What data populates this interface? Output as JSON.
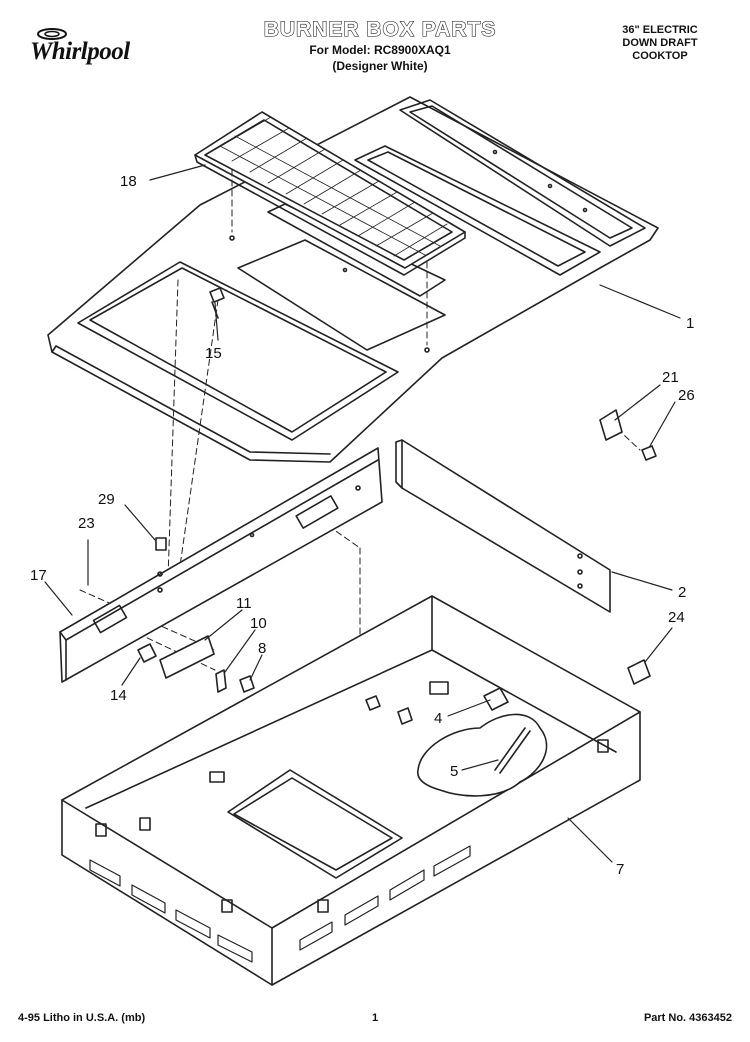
{
  "brand": {
    "name": "Whirlpool"
  },
  "title": {
    "main": "BURNER BOX PARTS",
    "model": "For Model: RC8900XAQ1",
    "variant": "(Designer White)"
  },
  "product": {
    "line1": "36\" ELECTRIC",
    "line2": "DOWN DRAFT",
    "line3": "COOKTOP"
  },
  "footer": {
    "litho": "4-95 Litho in U.S.A. (mb)",
    "page": "1",
    "part_no": "Part No. 4363452"
  },
  "callouts": {
    "c18": "18",
    "c1": "1",
    "c15": "15",
    "c21": "21",
    "c26": "26",
    "c29": "29",
    "c23": "23",
    "c17": "17",
    "c11": "11",
    "c10": "10",
    "c8": "8",
    "c14": "14",
    "c2": "2",
    "c24": "24",
    "c4": "4",
    "c5": "5",
    "c7": "7"
  }
}
